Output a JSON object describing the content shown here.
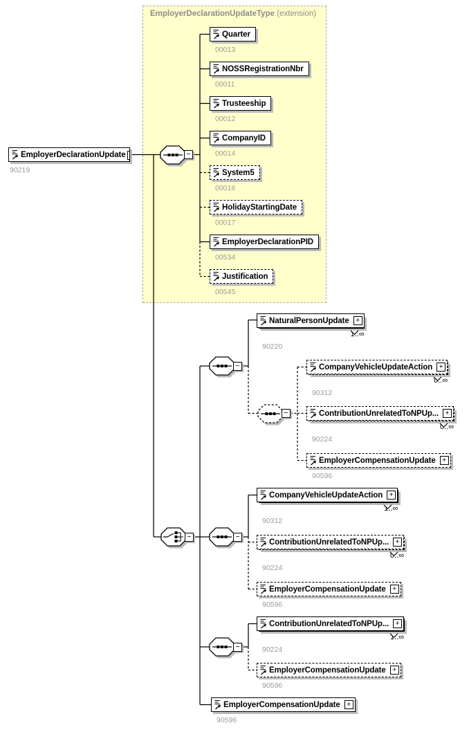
{
  "diagram": {
    "root": {
      "label": "EmployerDeclarationUpdate",
      "id": "90219"
    },
    "container": {
      "title": "EmployerDeclarationUpdateType",
      "qualifier": "(extension)"
    },
    "glyphs": {
      "plus": "+",
      "minus": "−"
    },
    "nodes": {
      "quarter": {
        "label": "Quarter",
        "id": "00013"
      },
      "noss_registration_nbr": {
        "label": "NOSSRegistrationNbr",
        "id": "00011"
      },
      "trusteeship": {
        "label": "Trusteeship",
        "id": "00012"
      },
      "company_id": {
        "label": "CompanyID",
        "id": "00014"
      },
      "system5": {
        "label": "System5",
        "id": "00016"
      },
      "holiday_starting_date": {
        "label": "HolidayStartingDate",
        "id": "00017"
      },
      "employer_declaration_pid": {
        "label": "EmployerDeclarationPID",
        "id": "00534"
      },
      "justification": {
        "label": "Justification",
        "id": "00545"
      },
      "natural_person_update": {
        "label": "NaturalPersonUpdate",
        "id": "90220",
        "cardinality": "1..∞"
      },
      "b1_company_vehicle_update_action": {
        "label": "CompanyVehicleUpdateAction",
        "id": "90312",
        "cardinality": "0..∞"
      },
      "b1_contribution_unrelated": {
        "label": "ContributionUnrelatedToNPUp...",
        "id": "90224",
        "cardinality": "0..∞"
      },
      "b1_employer_compensation_update": {
        "label": "EmployerCompensationUpdate",
        "id": "90596"
      },
      "b2_company_vehicle_update_action": {
        "label": "CompanyVehicleUpdateAction",
        "id": "90312",
        "cardinality": "1..∞"
      },
      "b2_contribution_unrelated": {
        "label": "ContributionUnrelatedToNPUp...",
        "id": "90224",
        "cardinality": "0..∞"
      },
      "b2_employer_compensation_update": {
        "label": "EmployerCompensationUpdate",
        "id": "90596"
      },
      "b3_contribution_unrelated": {
        "label": "ContributionUnrelatedToNPUp...",
        "id": "90224",
        "cardinality": "1..∞"
      },
      "b3_employer_compensation_update": {
        "label": "EmployerCompensationUpdate",
        "id": "90596"
      },
      "b4_employer_compensation_update": {
        "label": "EmployerCompensationUpdate",
        "id": "90596"
      }
    }
  }
}
